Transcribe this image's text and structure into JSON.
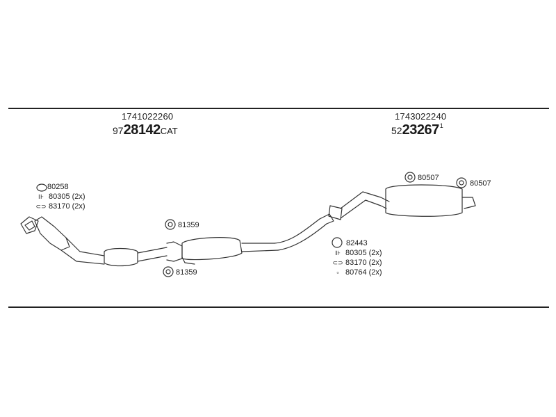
{
  "left_header": {
    "part_no": "1741022260",
    "code_prefix": "97",
    "code_main": "28142",
    "code_suffix": "CAT"
  },
  "right_header": {
    "part_no": "1743022240",
    "code_prefix": "52",
    "code_main": "23267",
    "code_sup": "1"
  },
  "parts": {
    "left_group": [
      {
        "code": "80258",
        "icon": "ring-gasket-icon"
      },
      {
        "code": "80305 (2x)",
        "icon": "bolt-icon"
      },
      {
        "code": "83170 (2x)",
        "icon": "clamp-icon"
      }
    ],
    "mid_top": {
      "code": "81359",
      "icon": "rubber-mount-icon"
    },
    "mid_bottom": {
      "code": "81359",
      "icon": "rubber-mount-icon"
    },
    "right_group": [
      {
        "code": "82443",
        "icon": "ring-gasket-icon"
      },
      {
        "code": "80305 (2x)",
        "icon": "bolt-icon"
      },
      {
        "code": "83170 (2x)",
        "icon": "clamp-icon"
      },
      {
        "code": "80764 (2x)",
        "icon": "nut-icon"
      }
    ],
    "muffler_left": {
      "code": "80507",
      "icon": "rubber-mount-icon"
    },
    "muffler_right": {
      "code": "80507",
      "icon": "rubber-mount-icon"
    }
  }
}
